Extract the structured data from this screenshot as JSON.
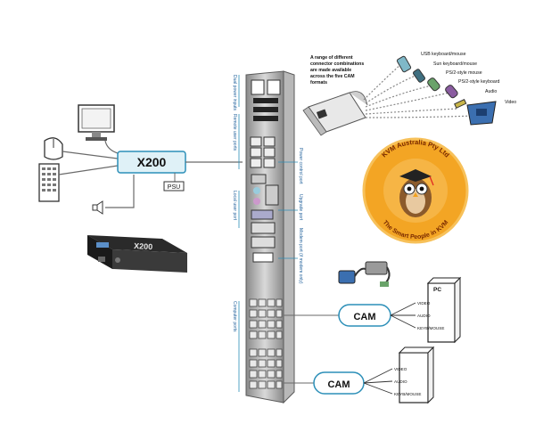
{
  "x200_label": "X200",
  "psu_label": "PSU",
  "product_box_label": "X200",
  "note": {
    "line1": "A range of different",
    "line2": "connector combinations",
    "line3": "are made available",
    "line4": "across the five CAM",
    "line5": "formats"
  },
  "connectors": {
    "usb": "USB keyboard/mouse",
    "sun": "Sun keyboard/mouse",
    "ps2_mouse": "PS/2-style mouse",
    "ps2_keyboard": "PS/2-style keyboard",
    "audio": "Audio",
    "video": "Video"
  },
  "rack_labels": {
    "dual_power": "Dual power inputs",
    "remote_user": "Remote user ports",
    "local_user": "Local user port",
    "computer_ports": "Computer ports",
    "power_control": "Power control port",
    "upgrade": "Upgrade port",
    "modem": "Modem port (if modem only)"
  },
  "cam_top": "CAM",
  "cam_bottom": "CAM",
  "pc_top": {
    "title": "PC",
    "video": "VIDEO",
    "audio": "AUDIO",
    "keyb": "KEYB/MOUSE"
  },
  "pc_bottom": {
    "video": "VIDEO",
    "audio": "AUDIO",
    "keyb": "KEYB/MOUSE"
  },
  "logo": {
    "arc_top": "KVM Australia Pty Ltd",
    "arc_bottom": "The Smart People in KVM"
  },
  "colors": {
    "x200_box": "#dff1f7",
    "x200_border": "#2c8fb8",
    "line": "#6a6a6a",
    "logo_fill": "#f3a524",
    "logo_ring": "#f7c15a",
    "rack": "#5a5a5a"
  }
}
